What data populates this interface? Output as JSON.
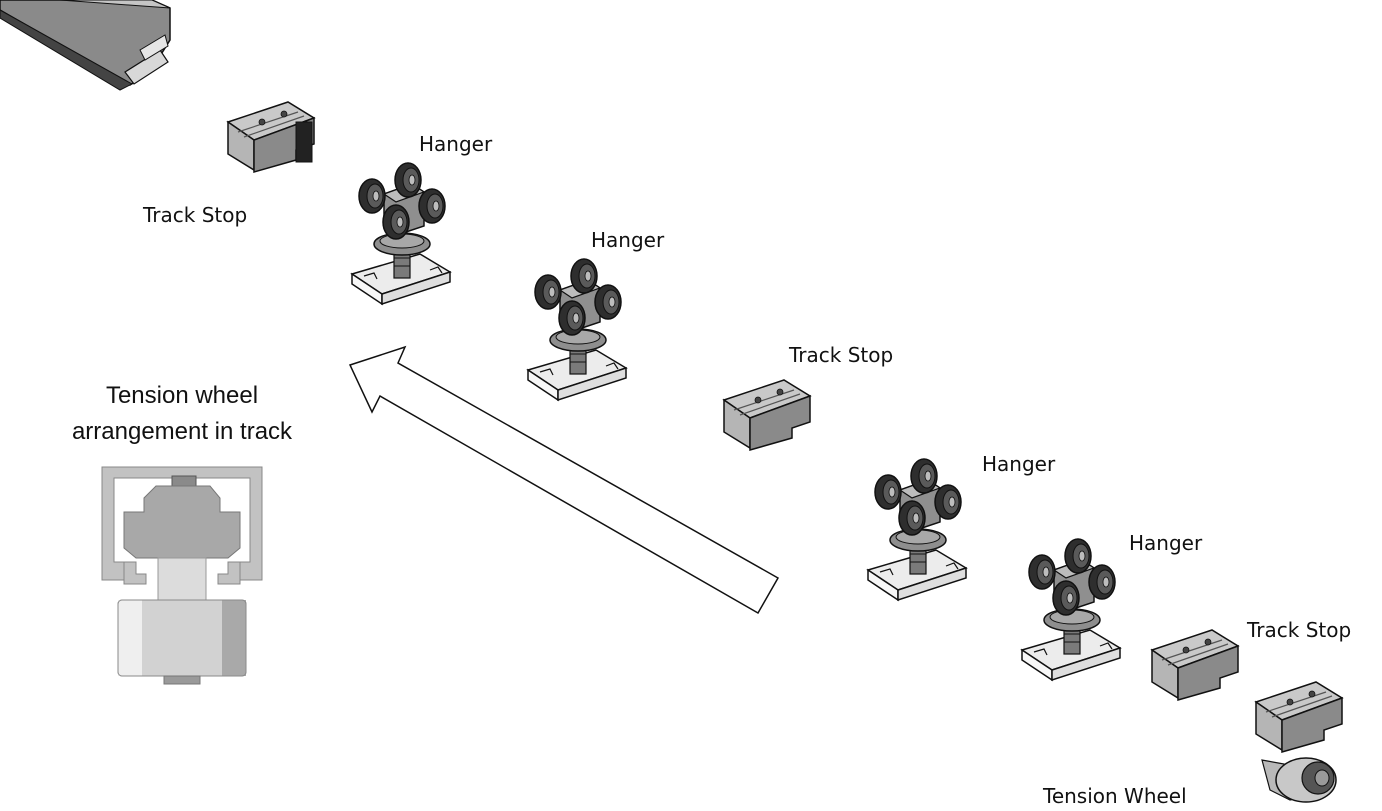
{
  "labels": {
    "track_stop_1": "Track Stop",
    "hanger_1": "Hanger",
    "hanger_2": "Hanger",
    "track_stop_2": "Track Stop",
    "hanger_3": "Hanger",
    "hanger_4": "Hanger",
    "track_stop_3": "Track Stop",
    "tension_wheel": "Tension Wheel",
    "tension_arrangement_line1": "Tension wheel",
    "tension_arrangement_line2": "arrangement in track"
  },
  "colors": {
    "metal_light": "#d4d4d4",
    "metal_mid": "#9a9a9a",
    "metal_dark": "#3a3a3a",
    "section_gray": "#b3b3b3",
    "outline": "#1a1a1a"
  }
}
